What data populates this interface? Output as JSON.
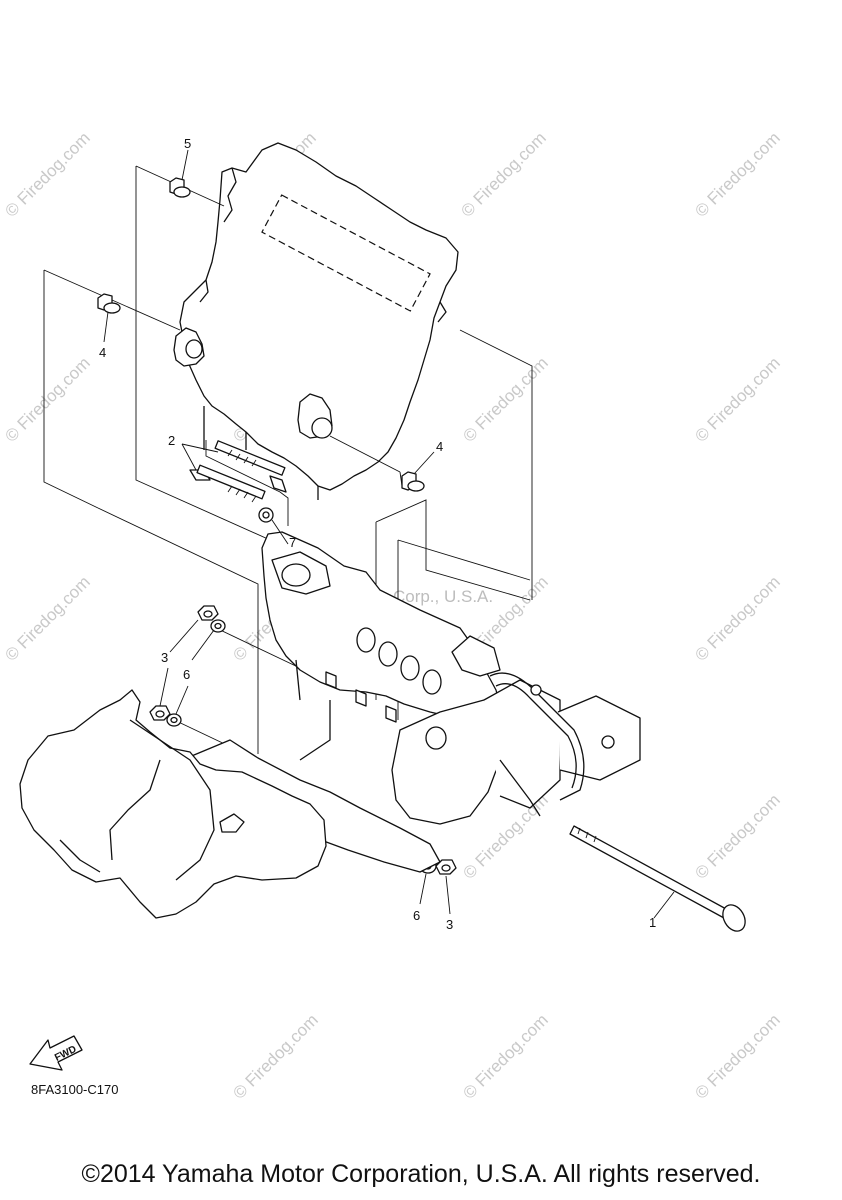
{
  "watermark": {
    "text": "© Firedog.com",
    "center_text": "Yamaha Motor Corp., U.S.A."
  },
  "callouts": {
    "c1": "1",
    "c2": "2",
    "c3a": "3",
    "c3b": "3",
    "c4a": "4",
    "c4b": "4",
    "c5": "5",
    "c6a": "6",
    "c6b": "6",
    "c7": "7"
  },
  "fwd_label": "FWD",
  "diagram_code": "8FA3100-C170",
  "copyright": "©2014 Yamaha Motor Corporation, U.S.A. All rights reserved.",
  "colors": {
    "line": "#111111",
    "watermark": "#c9c9c9"
  }
}
